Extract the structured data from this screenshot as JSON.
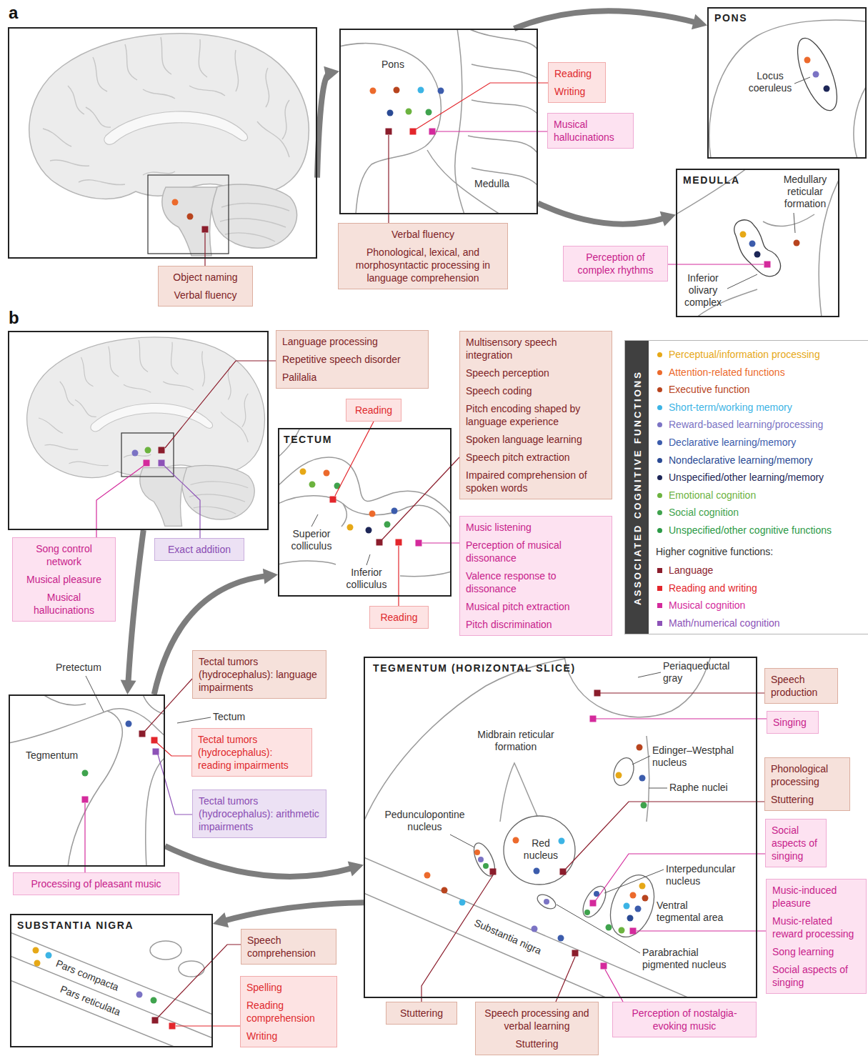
{
  "diagram": {
    "nodes": [
      {
        "text": [
          "a"
        ]
      },
      {
        "text": [
          "Object naming",
          "Verbal fluency"
        ]
      },
      {
        "text": [
          "Pons",
          "Medulla"
        ]
      },
      {
        "text": [
          "Reading",
          "Writing"
        ]
      },
      {
        "text": [
          "Musical hallucinations"
        ]
      },
      {
        "text": [
          "Verbal fluency",
          "Phonological, lexical, and morphosyntactic processing in language comprehension"
        ]
      },
      {
        "text": [
          "PONS",
          "Locus coeruleus"
        ]
      },
      {
        "text": [
          "MEDULLA",
          "Medullary reticular formation",
          "Inferior olivary complex"
        ]
      },
      {
        "text": [
          "Perception of complex rhythms"
        ]
      },
      {
        "text": [
          "b"
        ]
      },
      {
        "text": [
          "Language processing",
          "Repetitive speech disorder",
          "Palilalia"
        ]
      },
      {
        "text": [
          "Song control network",
          "Musical pleasure",
          "Musical hallucinations"
        ]
      },
      {
        "text": [
          "Exact addition"
        ]
      },
      {
        "text": [
          "TECTUM",
          "Superior colliculus",
          "Inferior colliculus"
        ]
      },
      {
        "text": [
          "Reading"
        ]
      },
      {
        "text": [
          "Multisensory speech integration",
          "Speech perception",
          "Speech coding",
          "Pitch encoding shaped by language experience",
          "Spoken language learning",
          "Speech pitch extraction",
          "Impaired comprehension of spoken words"
        ]
      },
      {
        "text": [
          "Music listening",
          "Perception of musical dissonance",
          "Valence response to dissonance",
          "Musical pitch extraction",
          "Pitch discrimination"
        ]
      },
      {
        "text": [
          "Reading"
        ]
      },
      {
        "text": [
          "Pretectum",
          "Tectum",
          "Tegmentum"
        ]
      },
      {
        "text": [
          "Tectal tumors (hydrocephalus): language impairments"
        ]
      },
      {
        "text": [
          "Tectal tumors (hydrocephalus): reading impairments"
        ]
      },
      {
        "text": [
          "Tectal tumors (hydrocephalus): arithmetic impairments"
        ]
      },
      {
        "text": [
          "Processing of pleasant music"
        ]
      },
      {
        "text": [
          "TEGMENTUM (HORIZONTAL SLICE)",
          "Periaqueductal gray",
          "Midbrain reticular formation",
          "Edinger–Westphal nucleus",
          "Raphe nuclei",
          "Pedunculopontine nucleus",
          "Red nucleus",
          "Interpeduncular nucleus",
          "Ventral tegmental area",
          "Substantia nigra",
          "Parabrachial pigmented nucleus"
        ]
      },
      {
        "text": [
          "Speech production"
        ]
      },
      {
        "text": [
          "Singing"
        ]
      },
      {
        "text": [
          "Phonological processing",
          "Stuttering"
        ]
      },
      {
        "text": [
          "Social aspects of singing"
        ]
      },
      {
        "text": [
          "Music-induced pleasure",
          "Music-related reward processing",
          "Song learning",
          "Social aspects of singing"
        ]
      },
      {
        "text": [
          "SUBSTANTIA NIGRA",
          "Pars compacta",
          "Pars reticulata"
        ]
      },
      {
        "text": [
          "Speech comprehension"
        ]
      },
      {
        "text": [
          "Spelling",
          "Reading comprehension",
          "Writing"
        ]
      },
      {
        "text": [
          "Stuttering"
        ]
      },
      {
        "text": [
          "Speech processing and verbal learning",
          "Stuttering"
        ]
      },
      {
        "text": [
          "Perception of nostalgia-evoking music"
        ]
      }
    ],
    "edges": [
      {
        "from": 0,
        "to": 2,
        "arrow": "to"
      },
      {
        "from": 2,
        "to": 6,
        "arrow": "to"
      },
      {
        "from": 2,
        "to": 7,
        "arrow": "to"
      },
      {
        "from": 9,
        "to": 18,
        "arrow": "to"
      },
      {
        "from": 18,
        "to": 13,
        "arrow": "to"
      },
      {
        "from": 18,
        "to": 23,
        "arrow": "to"
      },
      {
        "from": 23,
        "to": 29,
        "arrow": "to"
      }
    ],
    "labels": [
      "ASSOCIATED COGNITIVE FUNCTIONS",
      "Higher cognitive functions:"
    ],
    "legend": [
      {
        "text": "Perceptual/information processing",
        "color": "#e6a817"
      },
      {
        "text": "Attention-related functions",
        "color": "#ec6a2c"
      },
      {
        "text": "Executive function",
        "color": "#b8441e"
      },
      {
        "text": "Short-term/working memory",
        "color": "#3cb4e5"
      },
      {
        "text": "Reward-based learning/processing",
        "color": "#7b73c4"
      },
      {
        "text": "Declarative learning/memory",
        "color": "#3c5cac"
      },
      {
        "text": "Nondeclarative learning/memory",
        "color": "#2a4a94"
      },
      {
        "text": "Unspecified/other learning/memory",
        "color": "#1d2657"
      },
      {
        "text": "Emotional cognition",
        "color": "#6cb33f"
      },
      {
        "text": "Social cognition",
        "color": "#3fa34d"
      },
      {
        "text": "Unspecified/other cognitive functions",
        "color": "#2c9a46"
      },
      {
        "text": "Language",
        "color": "#8b1d2c"
      },
      {
        "text": "Reading and writing",
        "color": "#e3262c"
      },
      {
        "text": "Musical cognition",
        "color": "#d42a9c"
      },
      {
        "text": "Math/numerical cognition",
        "color": "#8d52b7"
      }
    ]
  }
}
